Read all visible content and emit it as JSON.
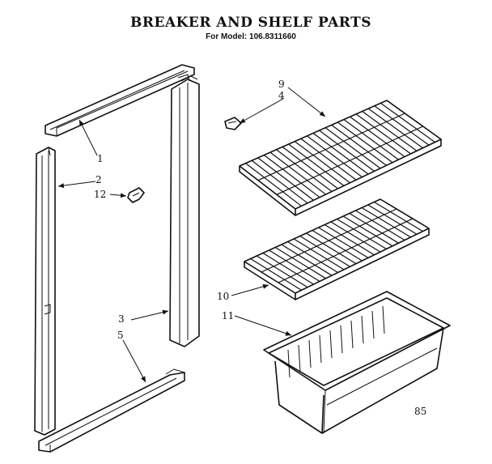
{
  "title": "BREAKER AND SHELF PARTS",
  "subtitle": "For Model: 106.8311660",
  "callouts": {
    "c1": "1",
    "c2": "2",
    "c3": "3",
    "c4": "4",
    "c5": "5",
    "c9": "9",
    "c10": "10",
    "c11": "11",
    "c12": "12"
  },
  "page_code": "85"
}
